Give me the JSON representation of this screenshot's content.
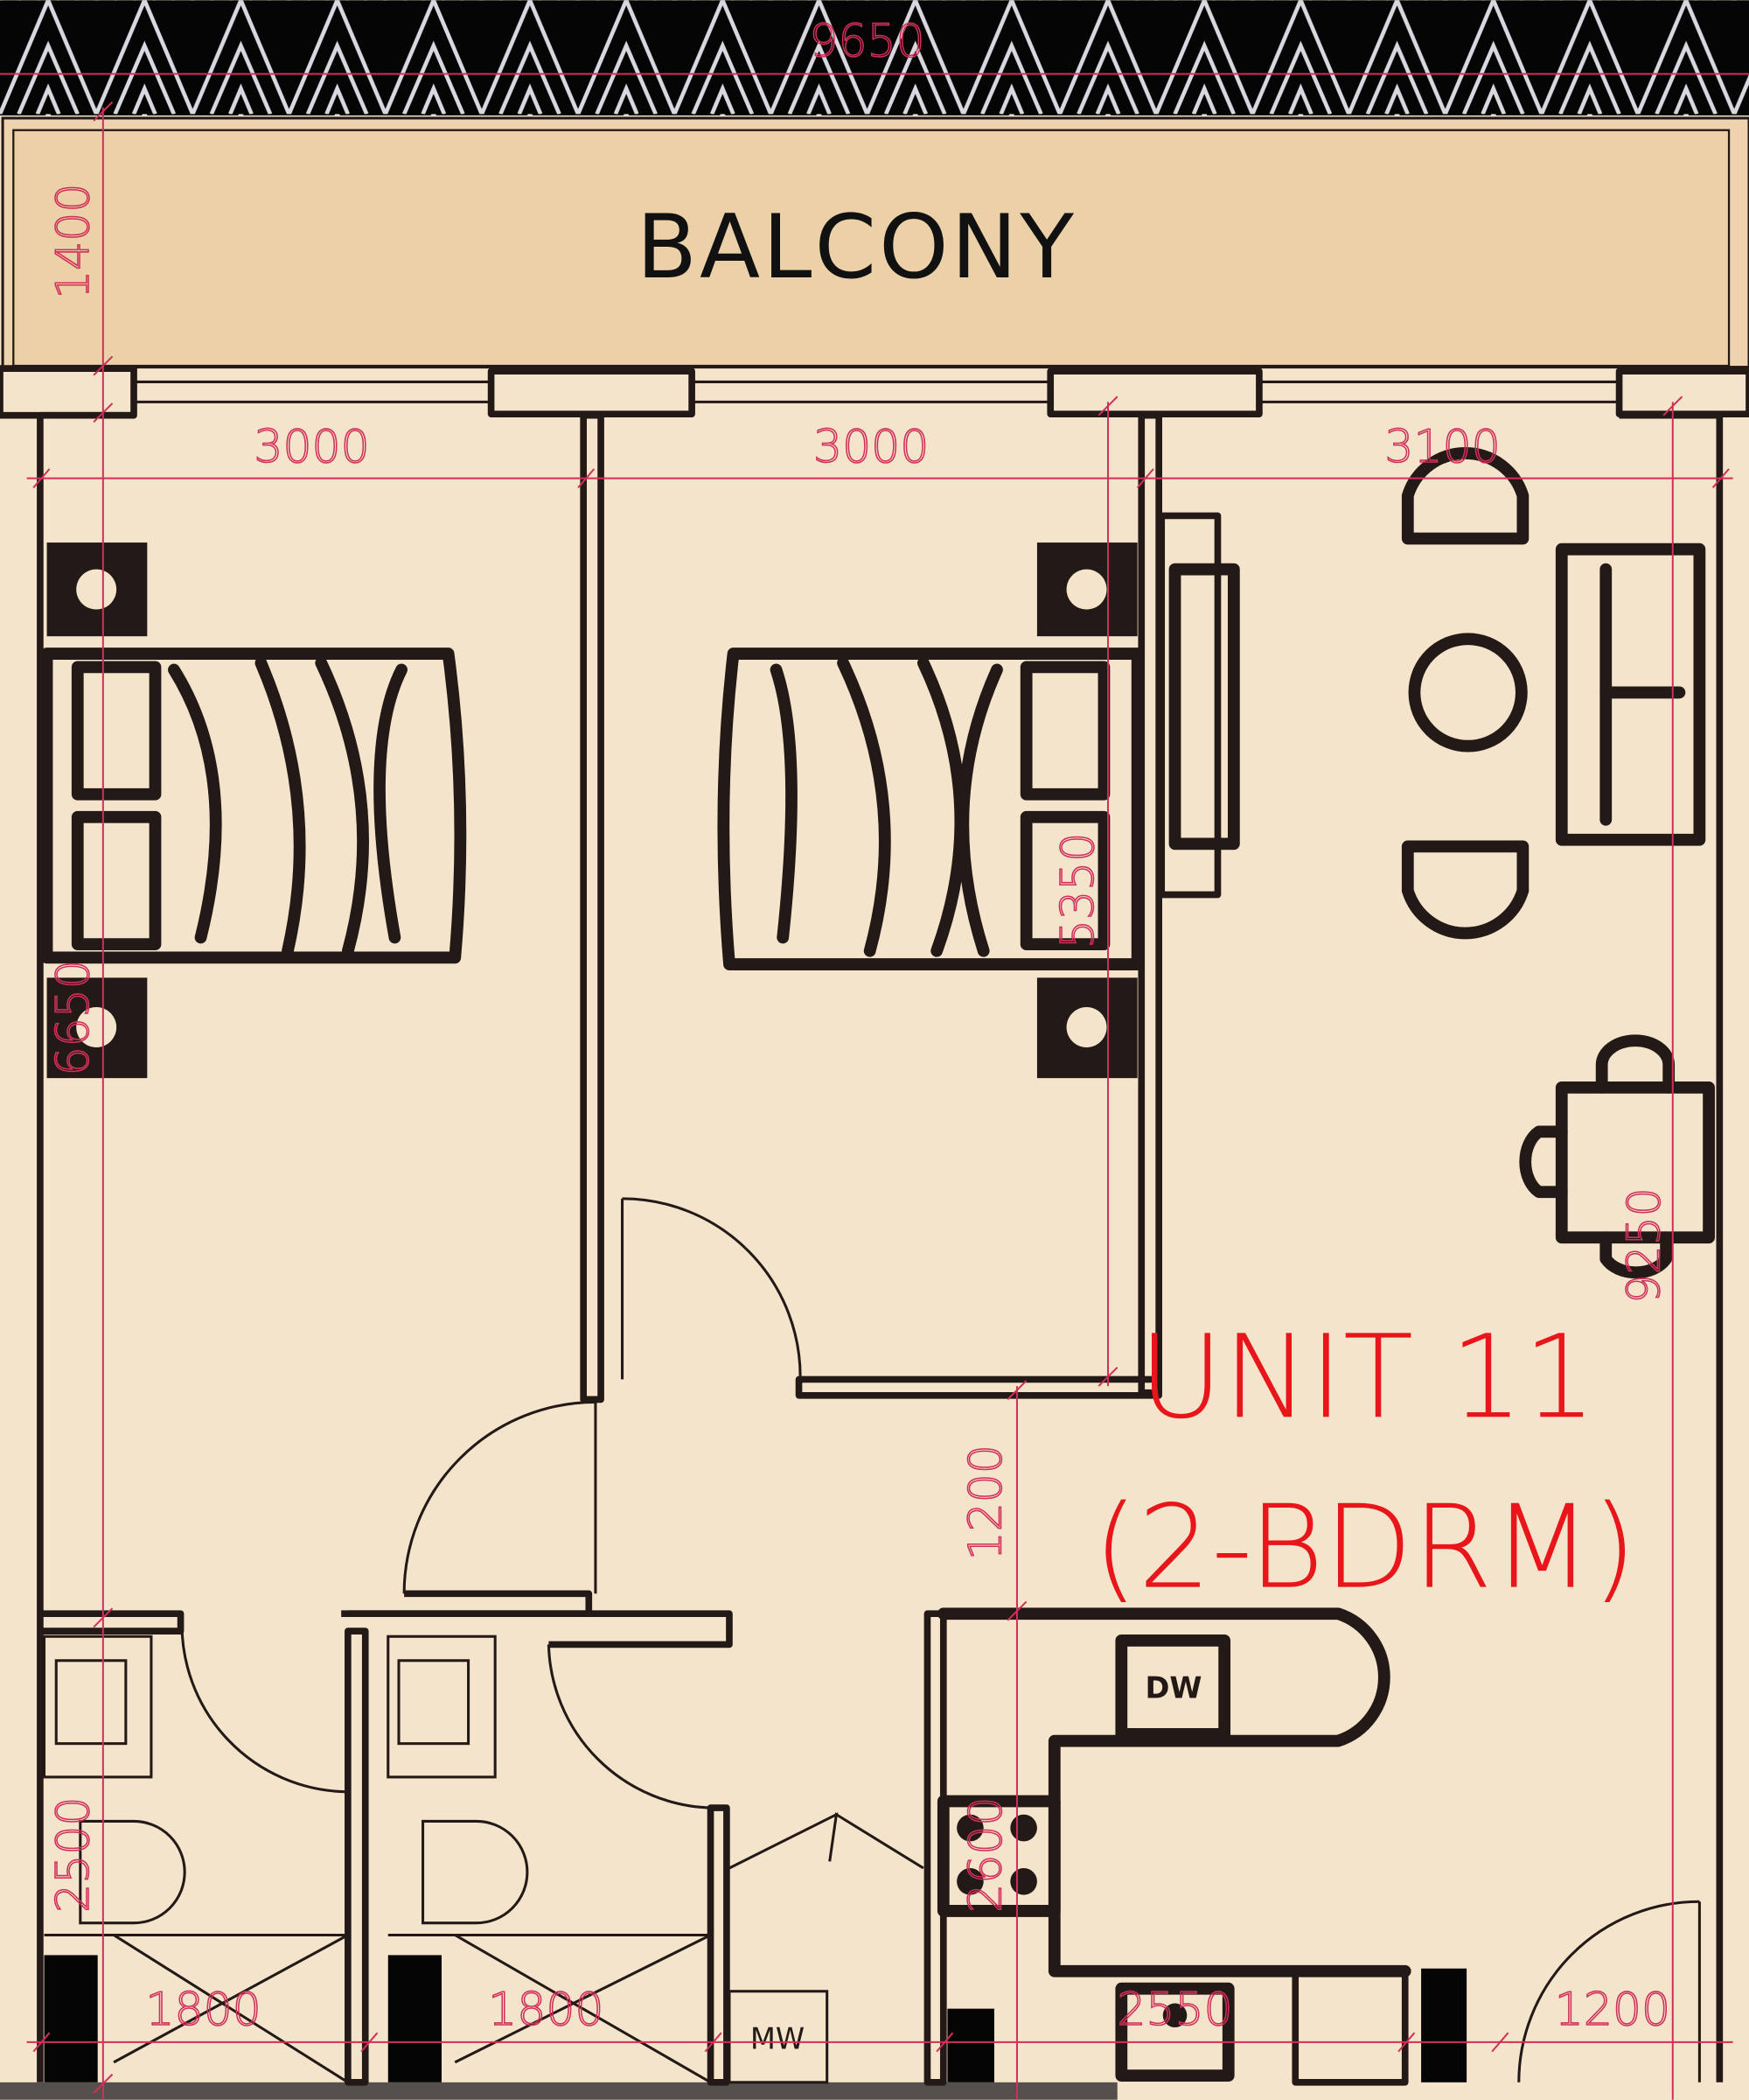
{
  "plan": {
    "balcony_label": "BALCONY",
    "unit_title": "UNIT 11",
    "unit_subtitle": "(2-BDRM)",
    "appliances": {
      "microwave": "MW",
      "dishwasher": "DW"
    },
    "colors": {
      "floor": "#f5e4cc",
      "balcony": "#ecd0a8",
      "wall": "#231a17",
      "dimension": "#cf2f58",
      "unit_label": "#e8161b"
    }
  },
  "dimensions": {
    "overall_width": "9650",
    "balcony_depth": "1400",
    "bedroom1_width": "3000",
    "bedroom2_width": "3000",
    "living_width": "3100",
    "bedroom1_depth": "6650",
    "bedroom2_depth": "5350",
    "overall_depth": "9250",
    "hall_depth": "1200",
    "bath_depth": "2500",
    "kitchen_depth": "2600",
    "bath1_width": "1800",
    "bath2_width": "1800",
    "kitchen_width": "2550",
    "entry_width": "1200"
  }
}
